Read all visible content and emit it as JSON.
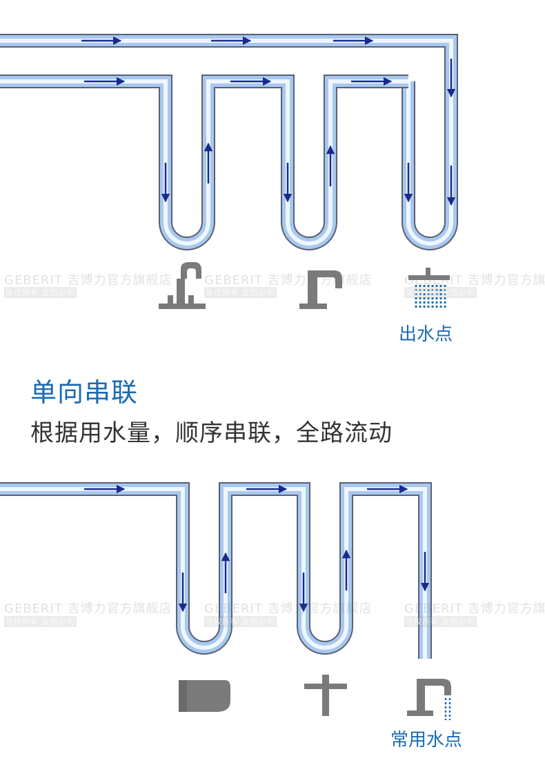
{
  "top_diagram": {
    "outlet_label": "出水点"
  },
  "section": {
    "heading": "单向串联",
    "description": "根据用水量，顺序串联，全路流动"
  },
  "bottom_diagram": {
    "common_outlet_label": "常用水点"
  },
  "watermark": {
    "brand_line": "GEBERIT  吉博力官方旗舰店",
    "rights_line": "版权所有  盗图必究"
  },
  "icons": [
    "basin-faucet-icon",
    "tap-icon",
    "shower-head-icon",
    "wall-hung-toilet-icon",
    "cross-tap-icon",
    "spout-tap-icon"
  ],
  "colors": {
    "pipe_outline": "#5a6072",
    "pipe_fill_light": "#eaf4ff",
    "pipe_fill_mid": "#a9c8ef",
    "arrow": "#1b2a8a",
    "fixture": "#7a7a7a",
    "accent": "#1a6bb3"
  }
}
